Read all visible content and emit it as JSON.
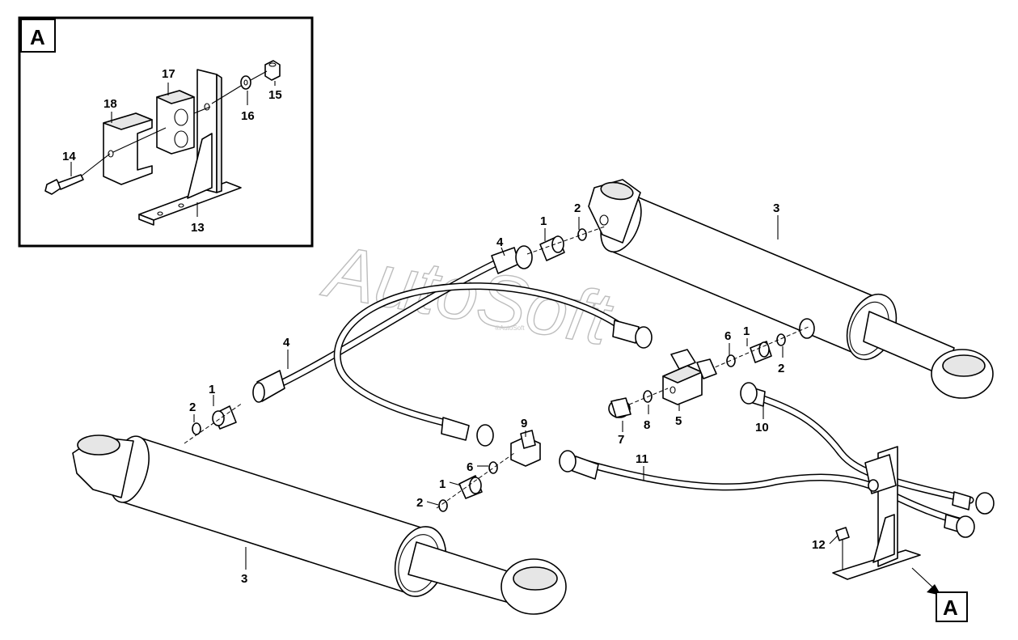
{
  "watermark": {
    "text": "AutoSoft",
    "small": "®AutoSoft"
  },
  "detail": {
    "letter": "A"
  },
  "view_ref": {
    "letter": "A"
  },
  "callouts": {
    "c1a": "1",
    "c1b": "1",
    "c1c": "1",
    "c1d": "1",
    "c2a": "2",
    "c2b": "2",
    "c2c": "2",
    "c2d": "2",
    "c3a": "3",
    "c3b": "3",
    "c4a": "4",
    "c4b": "4",
    "c5": "5",
    "c6a": "6",
    "c6b": "6",
    "c7": "7",
    "c8": "8",
    "c9": "9",
    "c10": "10",
    "c11": "11",
    "c12": "12",
    "c13": "13",
    "c14": "14",
    "c15": "15",
    "c16": "16",
    "c17": "17",
    "c18": "18"
  }
}
